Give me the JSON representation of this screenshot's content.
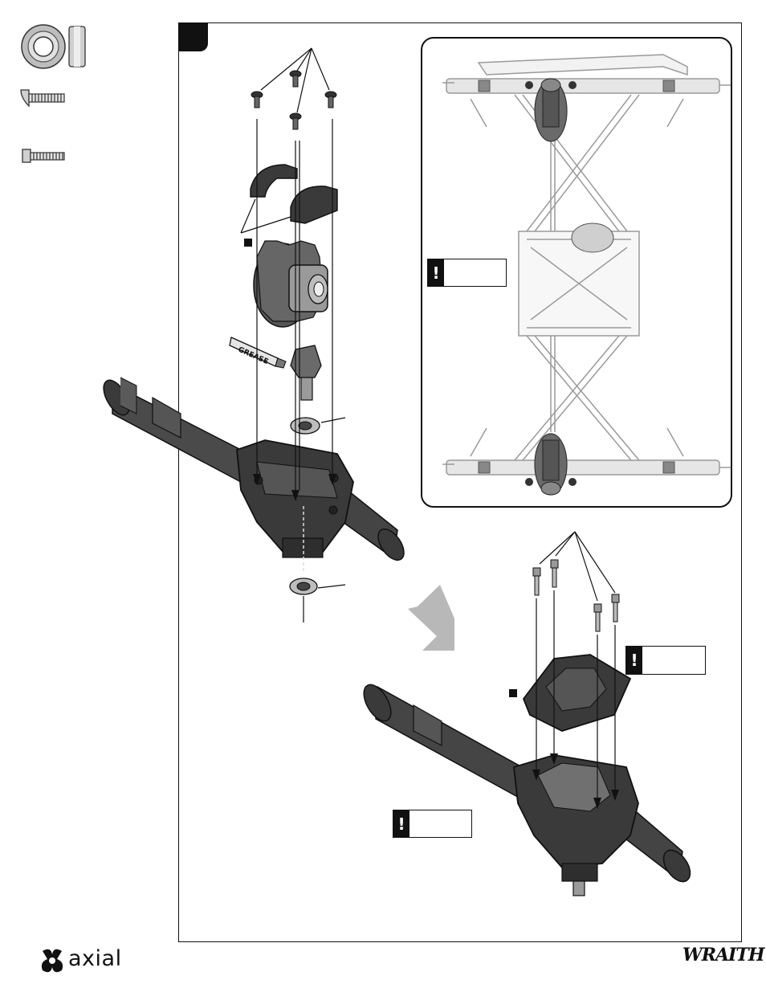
{
  "page": {
    "step_number": "",
    "footer_logo": "axial",
    "footer_brand": "WRAITH"
  },
  "parts_sidebar": {
    "items": [
      {
        "icon": "bearing-icon",
        "label": ""
      },
      {
        "icon": "button-head-screw-icon",
        "label": ""
      },
      {
        "icon": "cap-head-screw-icon",
        "label": ""
      }
    ]
  },
  "callouts": {
    "grease_label": "GREASE",
    "warnings": [
      {
        "icon": "exclamation-icon",
        "text": ""
      },
      {
        "icon": "exclamation-icon",
        "text": ""
      },
      {
        "icon": "exclamation-icon",
        "text": ""
      }
    ]
  },
  "colors": {
    "ink": "#111111",
    "part_dark": "#3a3a3a",
    "part_mid": "#777777",
    "chassis_line": "#9a9a9a",
    "arrow_gray": "#b8b8b8"
  }
}
